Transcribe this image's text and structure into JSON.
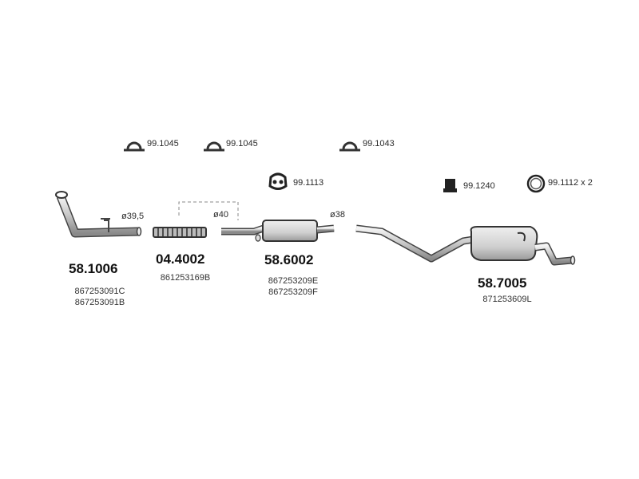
{
  "parts": {
    "front_pipe": {
      "code": "58.1006",
      "oe": [
        "867253091C",
        "867253091B"
      ],
      "dia": "ø39,5"
    },
    "flex_hose": {
      "code": "04.4002",
      "oe": [
        "861253169B"
      ],
      "dia": "ø40"
    },
    "center_muffler": {
      "code": "58.6002",
      "oe": [
        "867253209E",
        "867253209F"
      ],
      "dia": "ø38"
    },
    "rear_muffler": {
      "code": "58.7005",
      "oe": [
        "871253609L"
      ]
    }
  },
  "accessories": {
    "clamp1": "99.1045",
    "clamp2": "99.1045",
    "clamp3": "99.1043",
    "mount": "99.1113",
    "rubber": "99.1240",
    "ring": "99.1112 x 2"
  },
  "colors": {
    "line": "#3a3a3a",
    "fill": "#d9d9d9",
    "dark": "#222222"
  }
}
